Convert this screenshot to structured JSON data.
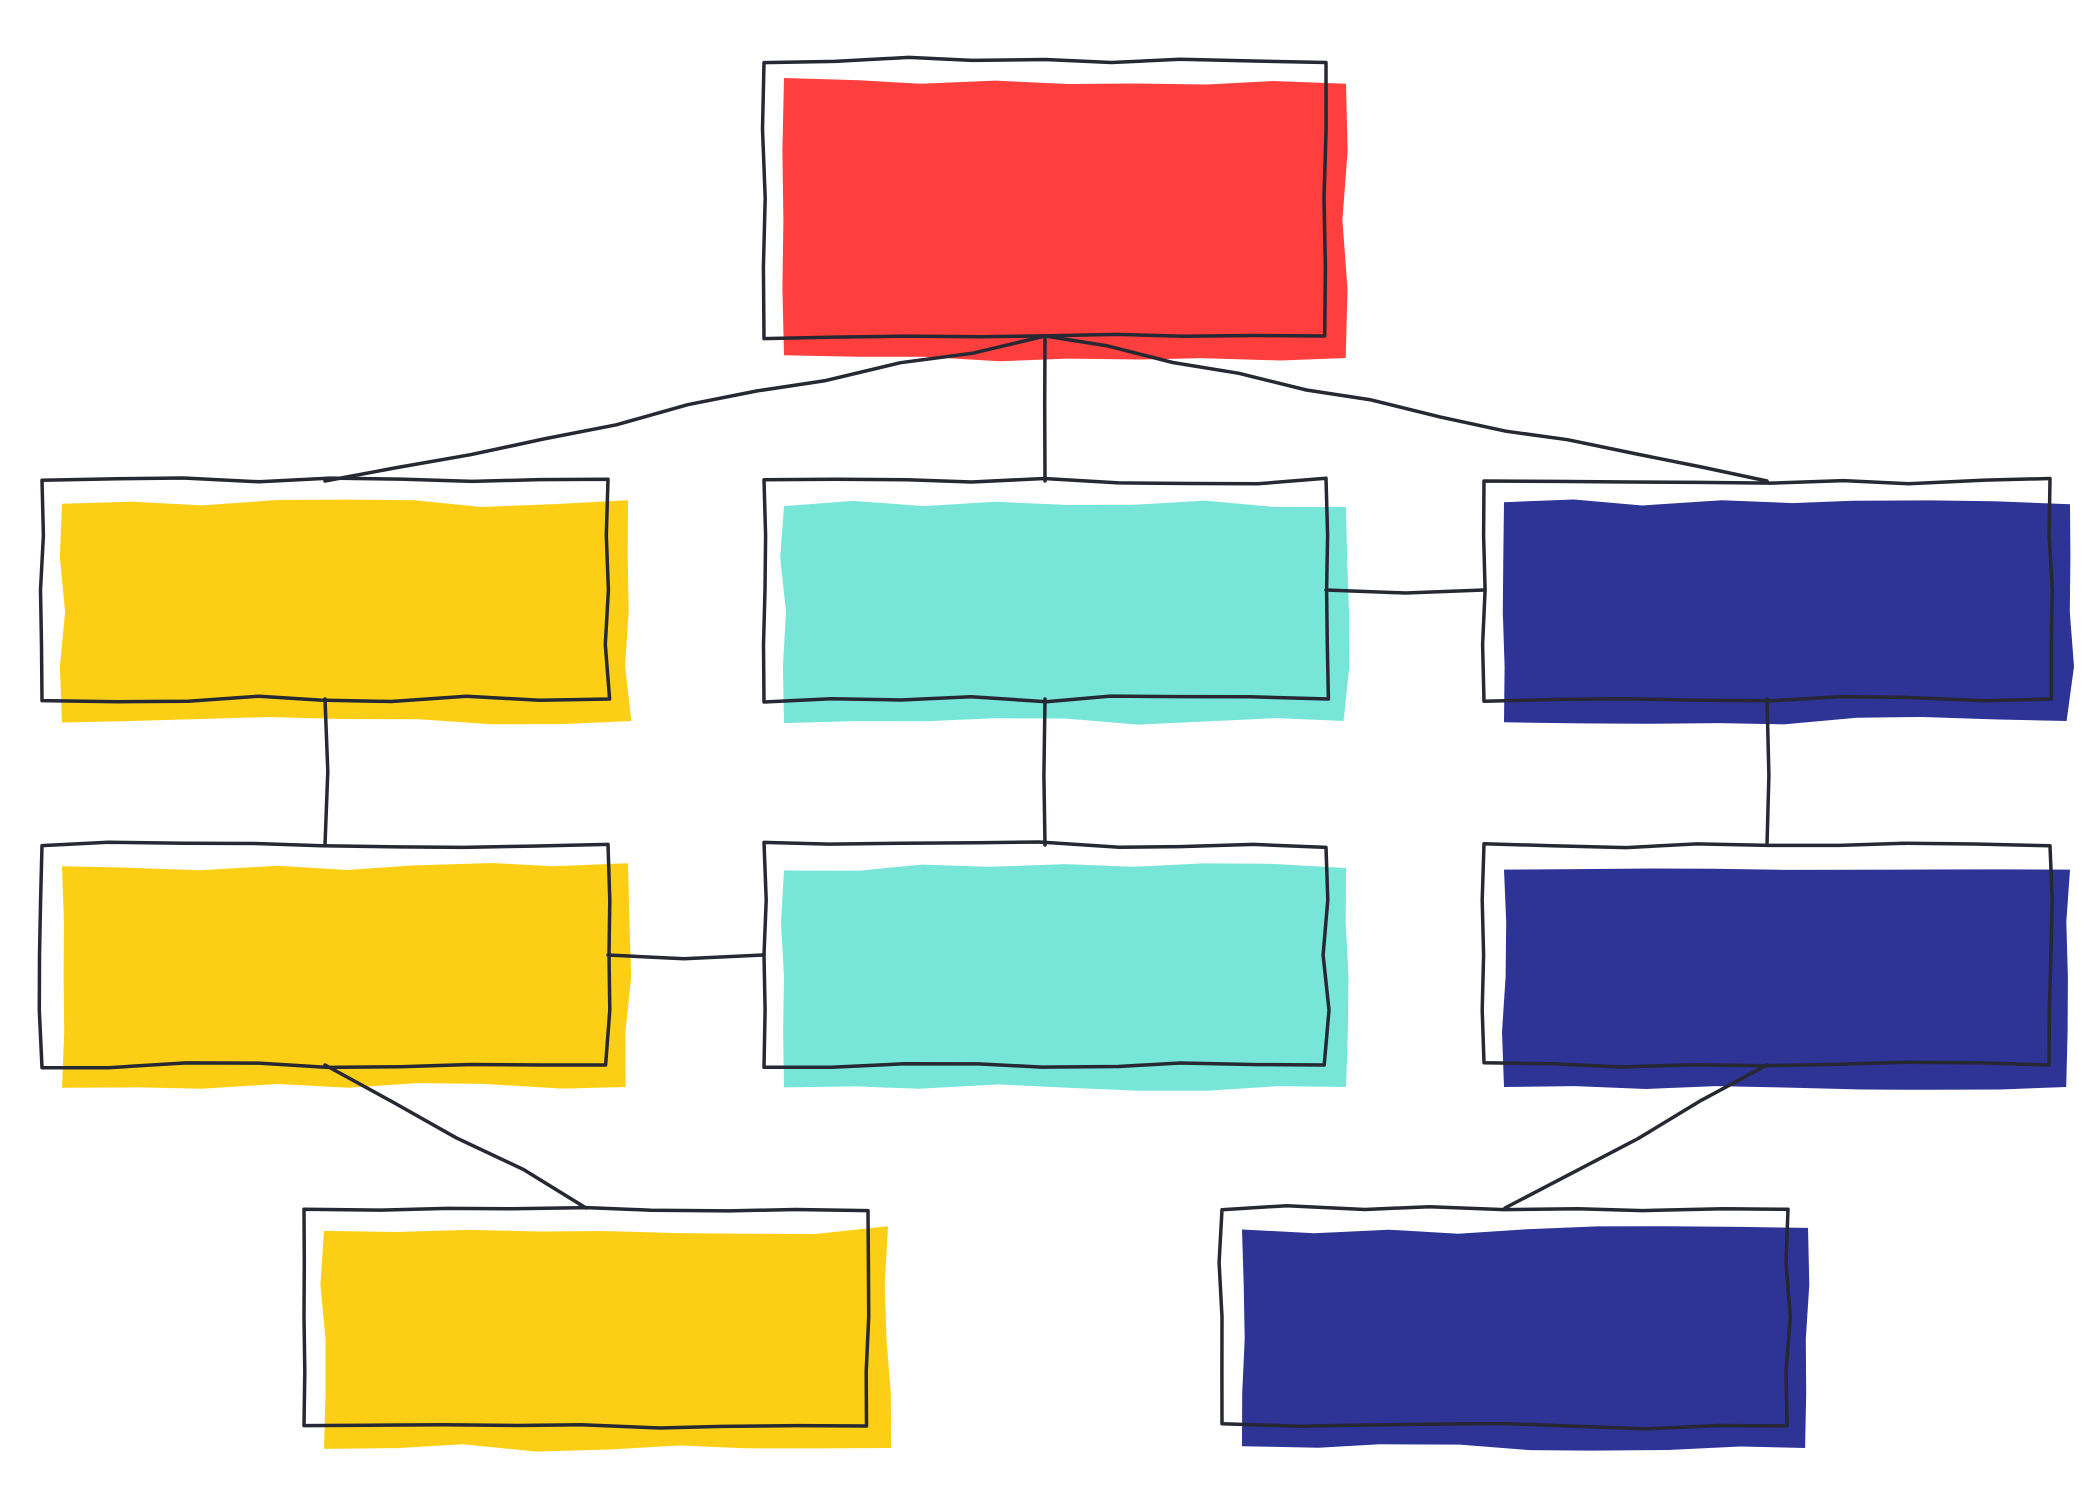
{
  "diagram": {
    "type": "org-chart",
    "colors": {
      "root": "#FF3E3E",
      "yellow": "#FCCF16",
      "teal": "#78E5D9",
      "navy": "#2E3396",
      "outline": "#262833",
      "background": "#FFFFFF"
    },
    "nodes": [
      {
        "id": "root",
        "color": "root",
        "label": ""
      },
      {
        "id": "yellow-1",
        "color": "yellow",
        "label": ""
      },
      {
        "id": "teal-1",
        "color": "teal",
        "label": ""
      },
      {
        "id": "navy-1",
        "color": "navy",
        "label": ""
      },
      {
        "id": "yellow-2",
        "color": "yellow",
        "label": ""
      },
      {
        "id": "teal-2",
        "color": "teal",
        "label": ""
      },
      {
        "id": "navy-2",
        "color": "navy",
        "label": ""
      },
      {
        "id": "yellow-3",
        "color": "yellow",
        "label": ""
      },
      {
        "id": "navy-3",
        "color": "navy",
        "label": ""
      }
    ],
    "edges": [
      {
        "from": "root",
        "to": "yellow-1"
      },
      {
        "from": "root",
        "to": "teal-1"
      },
      {
        "from": "root",
        "to": "navy-1"
      },
      {
        "from": "teal-1",
        "to": "navy-1"
      },
      {
        "from": "yellow-1",
        "to": "yellow-2"
      },
      {
        "from": "teal-1",
        "to": "teal-2"
      },
      {
        "from": "navy-1",
        "to": "navy-2"
      },
      {
        "from": "yellow-2",
        "to": "teal-2"
      },
      {
        "from": "yellow-2",
        "to": "yellow-3"
      },
      {
        "from": "navy-2",
        "to": "navy-3"
      }
    ]
  }
}
